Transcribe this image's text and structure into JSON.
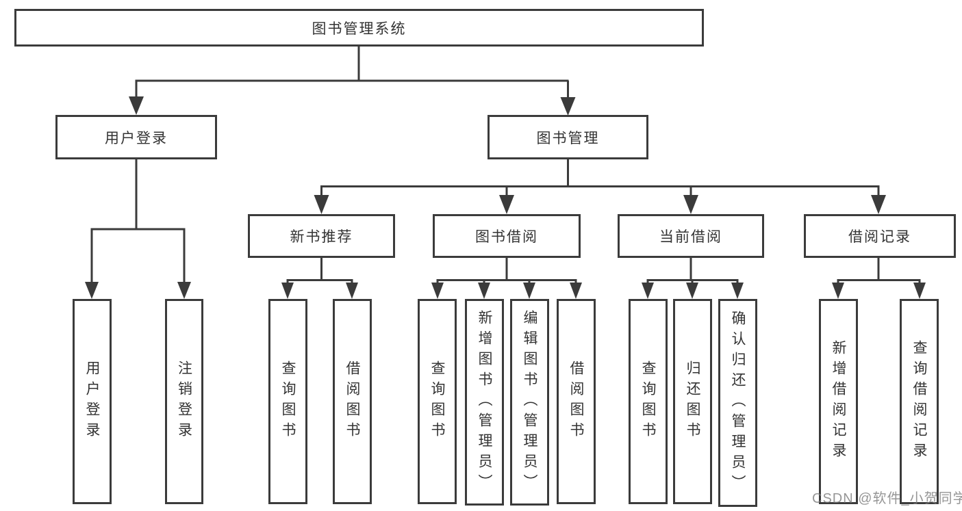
{
  "diagram": {
    "type": "hierarchy-tree",
    "title": "图书管理系统"
  },
  "colors": {
    "line": "#3b3b3b",
    "box_border": "#3b3b3b",
    "box_background": "#ffffff",
    "text": "#333333",
    "watermark": "#9a9a9a",
    "background": "#ffffff"
  },
  "watermark": {
    "text": "CSDN @软件_小贺同学"
  },
  "tree": {
    "root": {
      "label": "图书管理系统",
      "children": [
        {
          "label": "用户登录",
          "children": [
            {
              "label": "用户登录"
            },
            {
              "label": "注销登录"
            }
          ]
        },
        {
          "label": "图书管理",
          "children": [
            {
              "label": "新书推荐",
              "children": [
                {
                  "label": "查询图书"
                },
                {
                  "label": "借阅图书"
                }
              ]
            },
            {
              "label": "图书借阅",
              "children": [
                {
                  "label": "查询图书"
                },
                {
                  "label": "新增图书（管理员）"
                },
                {
                  "label": "编辑图书（管理员）"
                },
                {
                  "label": "借阅图书"
                }
              ]
            },
            {
              "label": "当前借阅",
              "children": [
                {
                  "label": "查询图书"
                },
                {
                  "label": "归还图书"
                },
                {
                  "label": "确认归还（管理员）"
                }
              ]
            },
            {
              "label": "借阅记录",
              "children": [
                {
                  "label": "新增借阅记录"
                },
                {
                  "label": "查询借阅记录"
                }
              ]
            }
          ]
        }
      ]
    }
  }
}
